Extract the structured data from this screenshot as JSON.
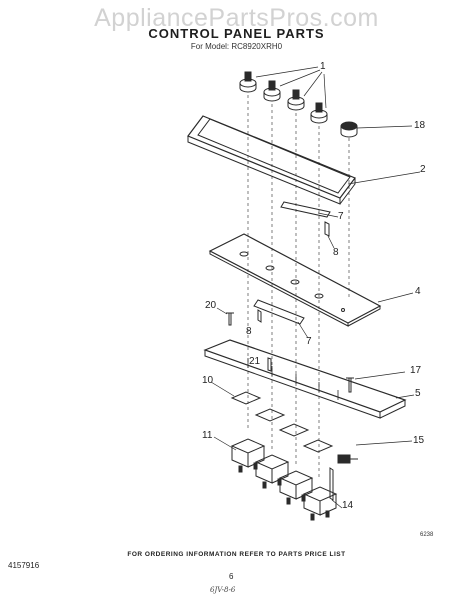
{
  "watermark": "AppliancePartsPros.com",
  "header": {
    "title": "CONTROL PANEL PARTS",
    "model": "For Model: RC8920XRH0"
  },
  "callouts": [
    "1",
    "18",
    "2",
    "7",
    "8",
    "4",
    "20",
    "8",
    "7",
    "21",
    "17",
    "10",
    "5",
    "11",
    "15",
    "14"
  ],
  "illustration_code": "6238",
  "footer": {
    "ordering_note": "FOR ORDERING INFORMATION REFER TO PARTS PRICE LIST",
    "part_number": "4157916",
    "page_number": "6",
    "handwritten_mark": "6JV-8-6"
  },
  "colors": {
    "line": "#2a2a2a",
    "watermark": "#d2d2d2"
  }
}
